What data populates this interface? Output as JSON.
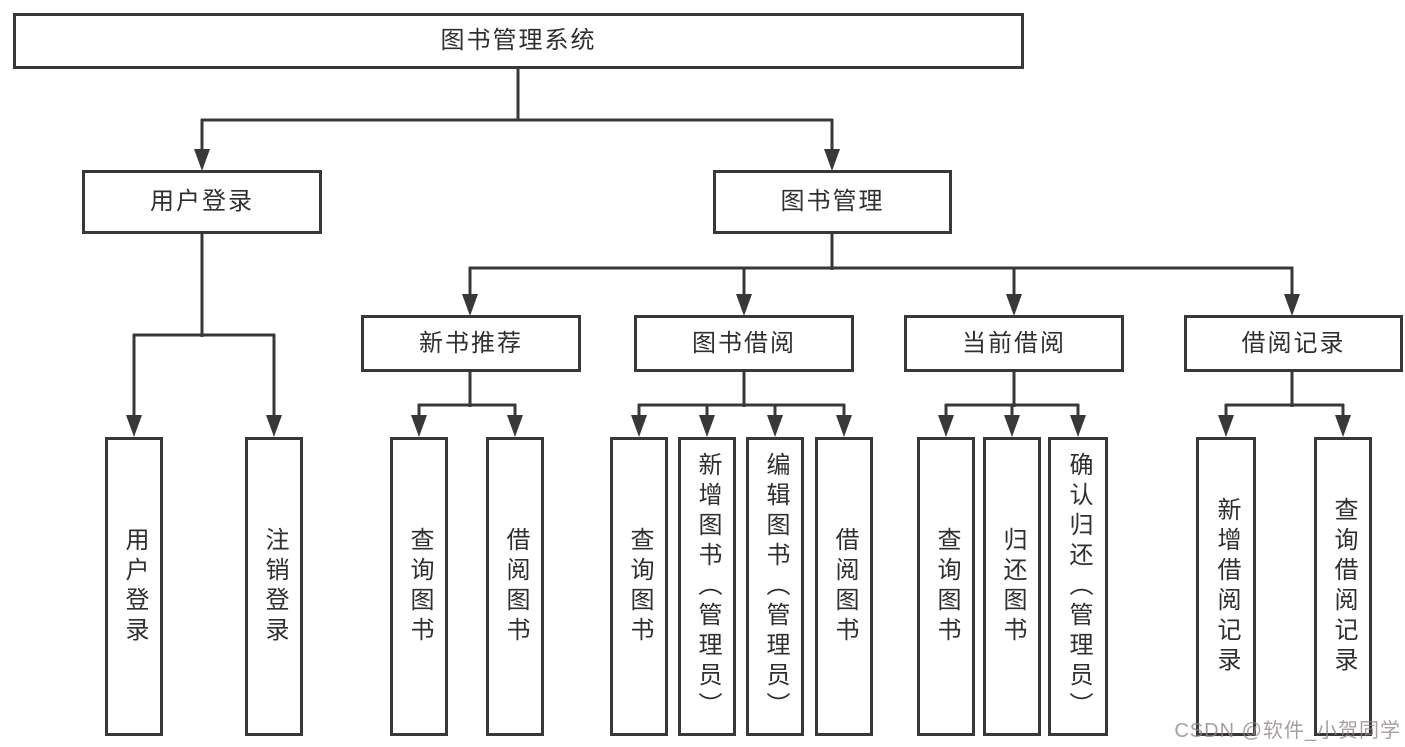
{
  "diagram_type": "hierarchy-tree",
  "tree": {
    "root": {
      "label": "图书管理系统",
      "children": [
        {
          "label": "用户登录",
          "children": [
            {
              "label": "用户登录"
            },
            {
              "label": "注销登录"
            }
          ]
        },
        {
          "label": "图书管理",
          "children": [
            {
              "label": "新书推荐",
              "children": [
                {
                  "label": "查询图书"
                },
                {
                  "label": "借阅图书"
                }
              ]
            },
            {
              "label": "图书借阅",
              "children": [
                {
                  "label": "查询图书"
                },
                {
                  "label": "新增图书（管理员）"
                },
                {
                  "label": "编辑图书（管理员）"
                },
                {
                  "label": "借阅图书"
                }
              ]
            },
            {
              "label": "当前借阅",
              "children": [
                {
                  "label": "查询图书"
                },
                {
                  "label": "归还图书"
                },
                {
                  "label": "确认归还（管理员）"
                }
              ]
            },
            {
              "label": "借阅记录",
              "children": [
                {
                  "label": "新增借阅记录"
                },
                {
                  "label": "查询借阅记录"
                }
              ]
            }
          ]
        }
      ]
    }
  },
  "watermark": {
    "text": "CSDN @软件_小贺同学"
  },
  "colors": {
    "line": "#383838",
    "text": "#2f2f2f",
    "box_background": "#ffffff",
    "page_background": "#ffffff",
    "watermark": "#8e8484"
  }
}
